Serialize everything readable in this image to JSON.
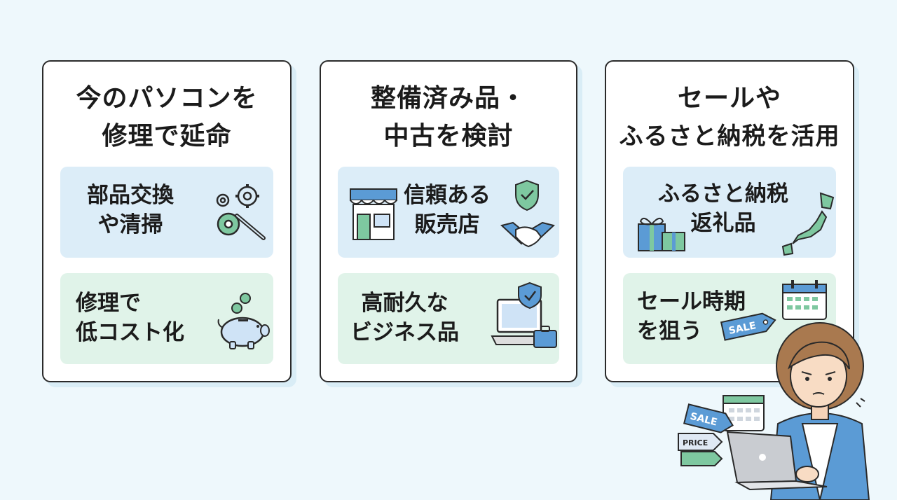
{
  "cards": [
    {
      "title": [
        "今のパソコンを",
        "修理で延命"
      ],
      "items": [
        {
          "label": [
            "部品交換",
            "や清掃"
          ],
          "icon": "gears-wrench-icon"
        },
        {
          "label": [
            "修理で",
            "低コスト化"
          ],
          "icon": "piggy-bank-coins-icon"
        }
      ]
    },
    {
      "title": [
        "整備済み品・",
        "中古を検討"
      ],
      "items": [
        {
          "label": [
            "信頼ある",
            "販売店"
          ],
          "icon": "store-shield-handshake-icon"
        },
        {
          "label": [
            "高耐久な",
            "ビジネス品"
          ],
          "icon": "laptop-shield-briefcase-icon"
        }
      ]
    },
    {
      "title": [
        "セールや",
        "ふるさと納税を活用"
      ],
      "items": [
        {
          "label": [
            "ふるさと納税",
            "返礼品"
          ],
          "icon": "gifts-japan-map-icon"
        },
        {
          "label": [
            "セール時期",
            "を狙う"
          ],
          "icon": "calendar-sale-tag-icon"
        }
      ]
    }
  ],
  "tags": {
    "sale": "SALE",
    "price": "PRICE"
  },
  "colors": {
    "background": "#eef8fc",
    "blue_item": "#dcedf8",
    "green_item": "#e0f3e9",
    "accent_blue": "#5b9bd5",
    "accent_green": "#7ec8a0"
  }
}
